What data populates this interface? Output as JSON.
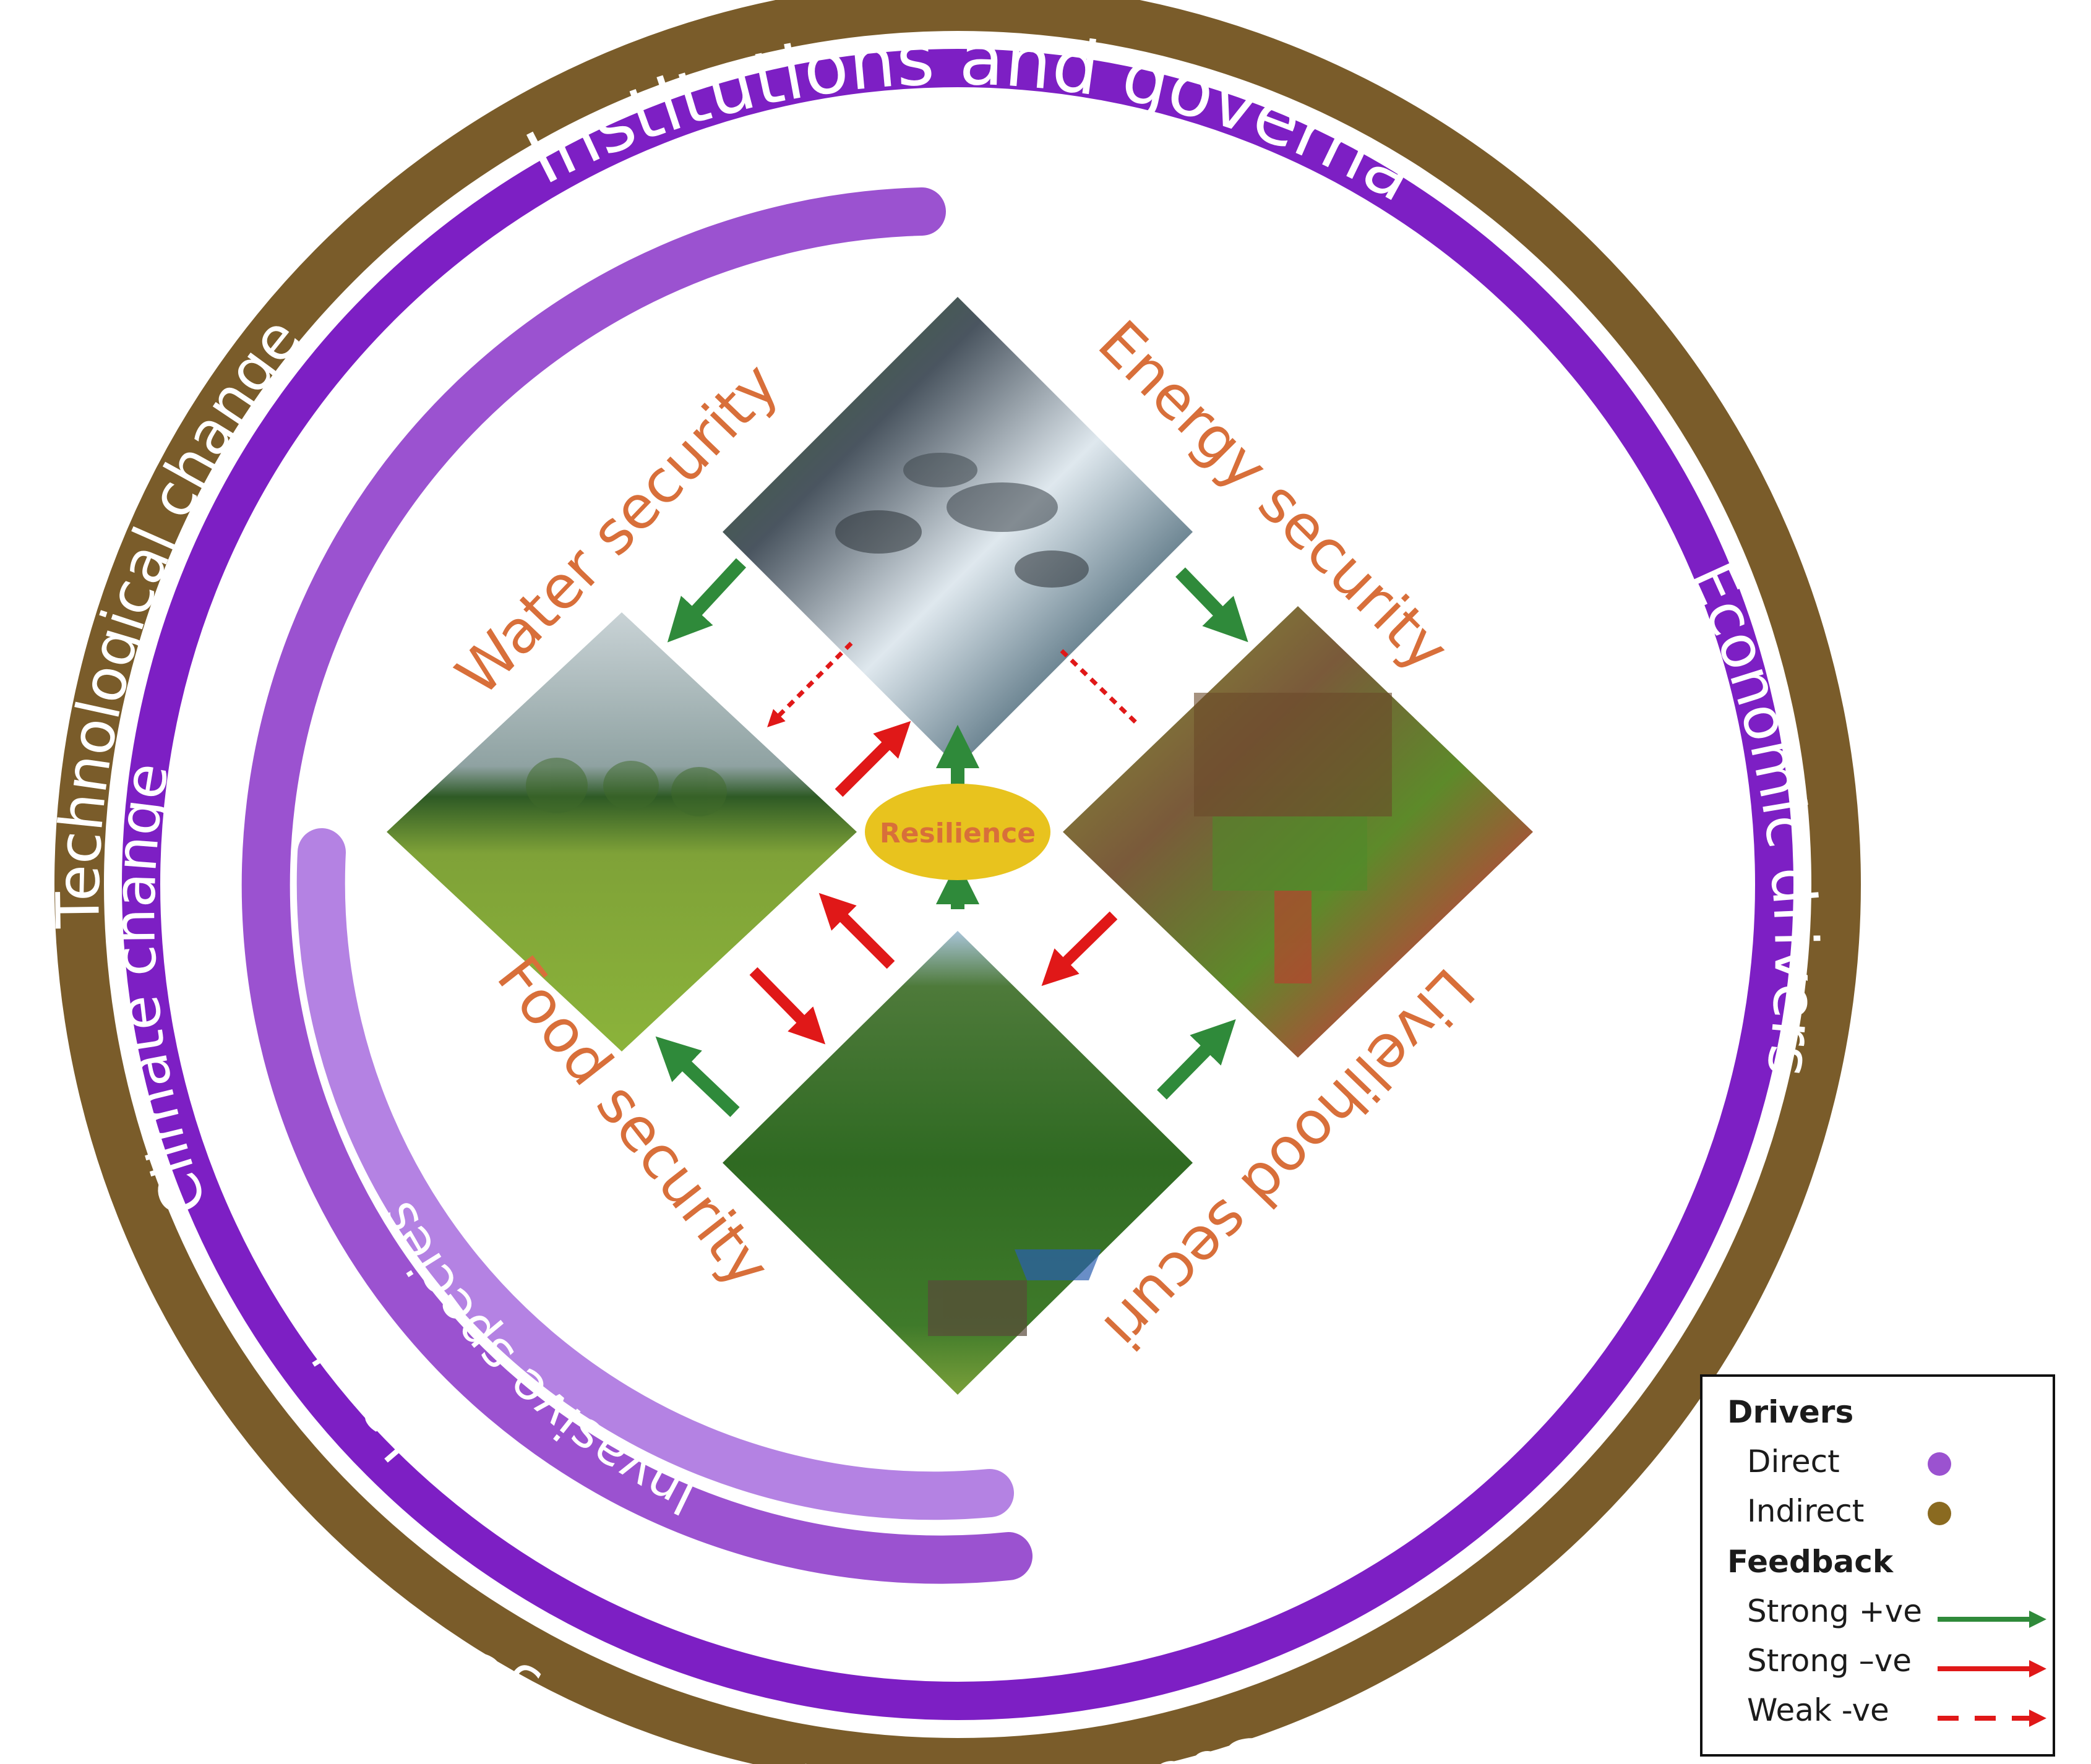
{
  "rings": {
    "indirect": [
      "Institutions and governance",
      "Economic drivers",
      "Socio-demographic change",
      "Technological change"
    ],
    "direct": [
      "Climate change",
      "Land use change",
      "Invasive species"
    ]
  },
  "securities": [
    "Water security",
    "Energy security",
    "Livelihood security",
    "Food security"
  ],
  "center": "Resilience",
  "legend": {
    "drivers_title": "Drivers",
    "direct": "Direct",
    "indirect": "Indirect",
    "feedback_title": "Feedback",
    "strong_pos": "Strong +ve",
    "strong_neg": "Strong –ve",
    "weak_neg": "Weak -ve"
  },
  "colors": {
    "indirect": "#7a5c2a",
    "direct_main": "#7d1fc4",
    "direct_2": "#9b52d0",
    "direct_3": "#b482e3",
    "security_text": "#d86f3a",
    "strong_pos": "#2f8a3a",
    "strong_neg": "#e01818",
    "weak_neg": "#e01818",
    "resilience_fill": "#e8c31e",
    "resilience_text": "#d86f3a"
  },
  "icons": [
    "river-photo",
    "bamboo-load-photo",
    "forest-photo",
    "paddy-field-photo"
  ]
}
